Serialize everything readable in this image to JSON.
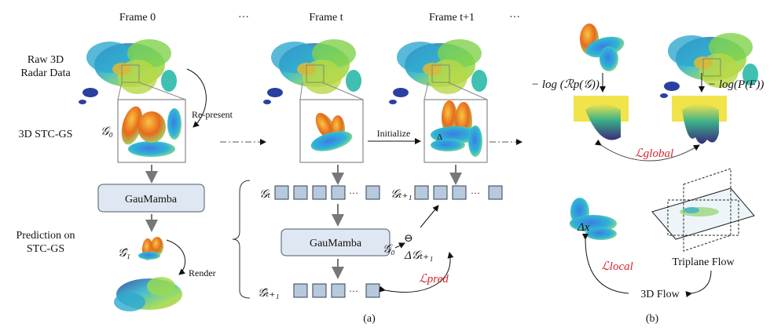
{
  "frames": {
    "frame0": "Frame 0",
    "ellipsis1": "···",
    "frame_t": "Frame t",
    "frame_t1": "Frame t+1",
    "ellipsis2": "···"
  },
  "row_labels": {
    "raw_line1": "Raw 3D",
    "raw_line2": "Radar Data",
    "stcgs": "3D STC-GS",
    "pred_line1": "Prediction on",
    "pred_line2": "STC-GS"
  },
  "symbols": {
    "g0": "𝒢₀",
    "g_t": "𝒢ₜ",
    "g_t1": "𝒢ₜ₊₁",
    "g_hat_1": "𝒢̂₁",
    "g_hat_t1": "𝒢̂ₜ₊₁",
    "g0_small": "𝒢₀",
    "ominus": "⊖",
    "delta_g_t1": "Δ𝒢ₜ₊₁",
    "delta": "Δ",
    "delta_x": "Δx",
    "seq_dots": "···"
  },
  "labels": {
    "represent": "Re-present",
    "initialize": "Initialize",
    "render": "Render",
    "gaumamba_1": "GauMamba",
    "gaumamba_2": "GauMamba",
    "neg_log_r": "− log (ℛp(𝒢))",
    "neg_log_p": "− log(P(F))",
    "l_global": "ℒglobal",
    "l_pred": "ℒpred",
    "l_local": "ℒlocal",
    "triplane_flow": "Triplane Flow",
    "flow_3d": "3D Flow",
    "caption_a": "(a)",
    "caption_b": "(b)"
  },
  "colors": {
    "loss_text": "#d9232e",
    "gaumamba_box": "#dfe8f2",
    "token_square": "#b7c9dc",
    "gaussian_warm": "#e0561b",
    "gaussian_cool": "#3aa0e0",
    "surface_top": "#f0e44a",
    "surface_bottom": "#3b2b7a"
  }
}
